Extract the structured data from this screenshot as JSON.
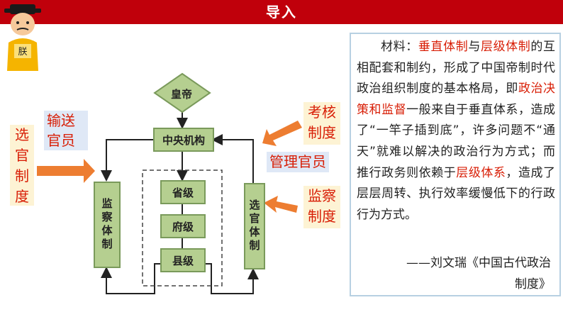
{
  "header": {
    "title": "导入"
  },
  "emperor": {
    "badge": "朕"
  },
  "flowchart": {
    "emperor": "皇帝",
    "central": "中央机构",
    "supervision": "监察体制",
    "selection": "选官体制",
    "province": "省级",
    "prefecture": "府级",
    "county": "县级"
  },
  "labels": {
    "transport_officials": "输送官员",
    "manage_officials": "管理官员",
    "left_selection": "选官制度",
    "assessment": "考核制度",
    "supervision_system": "监察制度"
  },
  "material": {
    "p_label": "材料：",
    "t1": "垂直体制",
    "t2": "与",
    "t3": "层级体制",
    "t4": "的互相配套和制约，形成了中国帝制时代政治组织制度的基本格局，即",
    "t5": "政治决策和监督",
    "t6": "一般来自于垂直体系，造成了“一竿子插到底”，许多问题不“通天”就难以解决的政治行为方式；而推行政务则依赖于",
    "t7": "层级体系",
    "t8": "，造成了层层周转、执行效率缓慢低下的行政行为方式。",
    "cite_author": "——刘文瑞《中国古代政治",
    "cite_book": "制度》"
  },
  "colors": {
    "header": "#c0000b",
    "accent_red": "#d81e06",
    "node_fill": "#b5cf90",
    "arrow_orange": "#ed7d31"
  }
}
